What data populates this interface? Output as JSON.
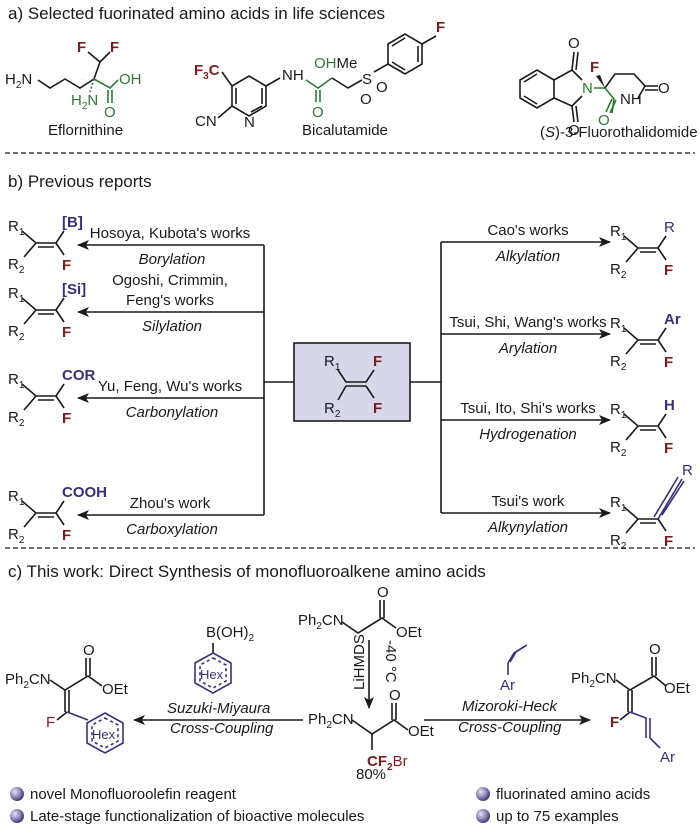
{
  "section_a": {
    "heading": "a) Selected fuorinated amino acids in life sciences",
    "compounds": [
      {
        "name": "Eflornithine",
        "atoms": {
          "nh2_left": "H2N",
          "nh2_green": "H2N",
          "oh": "OH",
          "o": "O",
          "f1": "F",
          "f2": "F"
        }
      },
      {
        "name": "Bicalutamide",
        "atoms": {
          "cf3": "F3C",
          "cn": "CN",
          "n": "N",
          "nh": "NH",
          "ohme": "OHMe",
          "o": "O",
          "s": "S",
          "so1": "O",
          "so2": "O",
          "f": "F"
        }
      },
      {
        "name": "(S)-3-Fluorothalidomide",
        "name_italic": "S",
        "atoms": {
          "o1": "O",
          "o2": "O",
          "n": "N",
          "f": "F",
          "o3": "O",
          "nh": "NH",
          "o4": "O"
        }
      }
    ]
  },
  "section_b": {
    "heading": "b) Previous reports",
    "center": {
      "r1": "R1",
      "r2": "R2",
      "f1": "F",
      "f2": "F",
      "fill": "#d6d8ea"
    },
    "left": [
      {
        "group": "[B]",
        "authors": [
          "Hosoya, Kubota's works"
        ],
        "reaction": "Borylation"
      },
      {
        "group": "[Si]",
        "authors": [
          "Ogoshi, Crimmin,",
          "Feng's works"
        ],
        "reaction": "Silylation"
      },
      {
        "group": "COR",
        "authors": [
          "Yu, Feng, Wu's works"
        ],
        "reaction": "Carbonylation"
      },
      {
        "group": "COOH",
        "authors": [
          "Zhou's work"
        ],
        "reaction": "Carboxylation"
      }
    ],
    "right": [
      {
        "group": "R",
        "authors": [
          "Cao's works"
        ],
        "reaction": "Alkylation"
      },
      {
        "group": "Ar",
        "authors": [
          "Tsui, Shi, Wang's works"
        ],
        "reaction": "Arylation"
      },
      {
        "group": "H",
        "authors": [
          "Tsui, Ito, Shi's works"
        ],
        "reaction": "Hydrogenation"
      },
      {
        "group": "R",
        "authors": [
          "Tsui's work"
        ],
        "reaction": "Alkynylation"
      }
    ],
    "product_labels": {
      "r1": "R1",
      "r2": "R2",
      "f": "F"
    }
  },
  "section_c": {
    "heading": "c) This work: Direct Synthesis of monofluoroalkene amino acids",
    "start_material": {
      "ph2cn": "Ph2CN",
      "o": "O",
      "oet": "OEt"
    },
    "conditions": {
      "reagent": "LiHMDS",
      "temp": "-40 °C"
    },
    "intermediate": {
      "ph2cn": "Ph2CN",
      "o": "O",
      "oet": "OEt",
      "cf2br": "CF2Br",
      "yield": "80%"
    },
    "left_reaction": {
      "reagent": "B(OH)2",
      "ring": "Hex",
      "name1": "Suzuki-Miyaura",
      "name2": "Cross-Coupling"
    },
    "right_reaction": {
      "reagent": "Ar",
      "name1": "Mizoroki-Heck",
      "name2": "Cross-Coupling"
    },
    "left_product": {
      "ph2cn": "Ph2CN",
      "o": "O",
      "oet": "OEt",
      "f": "F",
      "ring": "Hex"
    },
    "right_product": {
      "ph2cn": "Ph2CN",
      "o": "O",
      "oet": "OEt",
      "f": "F",
      "ar": "Ar"
    },
    "highlights": [
      "novel Monofluoroolefin reagent",
      "Late-stage functionalization of bioactive molecules",
      "fluorinated amino acids",
      "up to 75 examples"
    ]
  }
}
